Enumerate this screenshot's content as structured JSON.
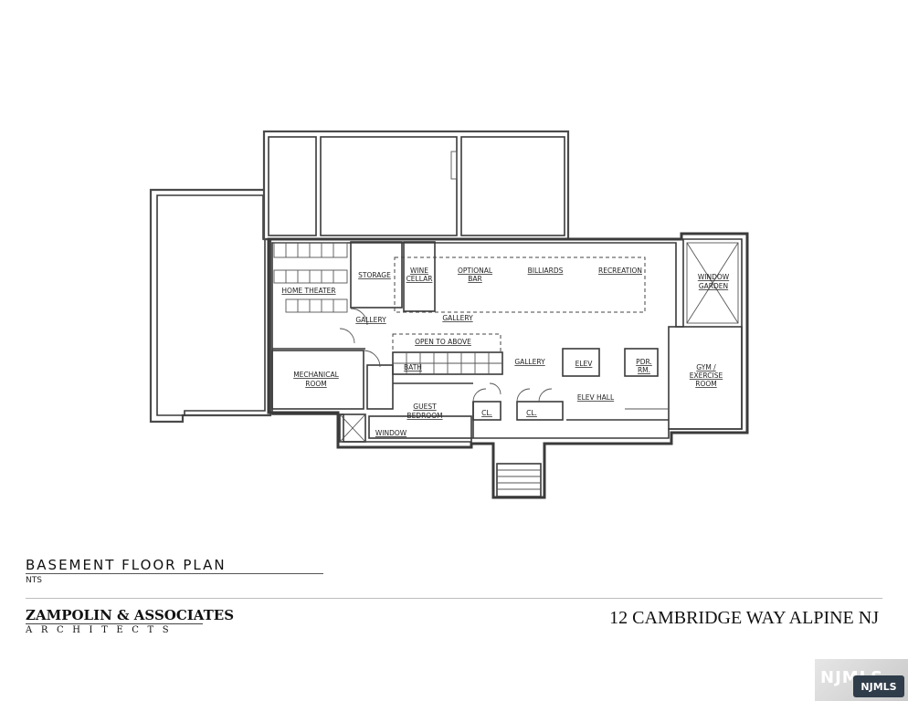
{
  "plan": {
    "rooms": {
      "storage": "STORAGE",
      "wine_cellar_1": "WINE",
      "wine_cellar_2": "CELLAR",
      "optional_bar_1": "OPTIONAL",
      "optional_bar_2": "BAR",
      "billiards": "BILLIARDS",
      "recreation": "RECREATION",
      "window_garden_1": "WINDOW",
      "window_garden_2": "GARDEN",
      "home_theater": "HOME THEATER",
      "gallery_left": "GALLERY",
      "gallery_center": "GALLERY",
      "open_to_above": "OPEN TO ABOVE",
      "bath": "BATH",
      "gallery_right": "GALLERY",
      "elev": "ELEV",
      "pdr_1": "PDR.",
      "pdr_2": "RM.",
      "gym_1": "GYM /",
      "gym_2": "EXERCISE",
      "gym_3": "ROOM",
      "mechanical_1": "MECHANICAL",
      "mechanical_2": "ROOM",
      "guest_1": "GUEST",
      "guest_2": "BEDROOM",
      "closet_1": "CL.",
      "closet_2": "CL.",
      "elev_hall": "ELEV HALL",
      "window": "WINDOW"
    }
  },
  "title_block": {
    "title": "BASEMENT FLOOR PLAN",
    "scale": "NTS",
    "firm_name": "ZAMPOLIN & ASSOCIATES",
    "firm_sub": "ARCHITECTS",
    "address": "12 CAMBRIDGE WAY ALPINE NJ"
  },
  "watermark": {
    "text": "NJMLS",
    "badge": "NJMLS"
  }
}
